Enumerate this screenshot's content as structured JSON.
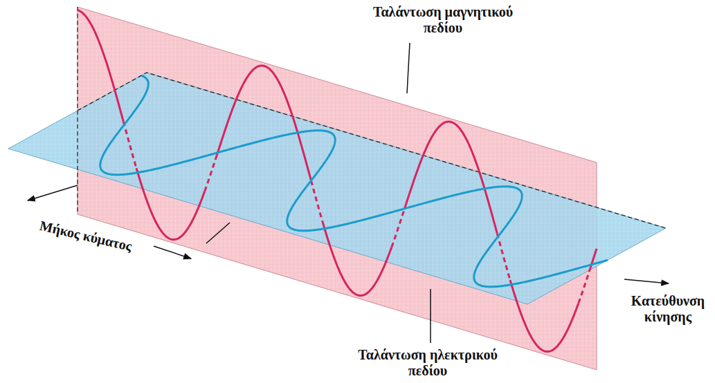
{
  "diagram": {
    "labels": [
      "Ταλάντωση μαγνητικού πεδίου",
      "Μήκος κύματος",
      "Κατεύθυνση κίνησης",
      "Ταλάντωση ηλεκτρικού πεδίου"
    ]
  }
}
